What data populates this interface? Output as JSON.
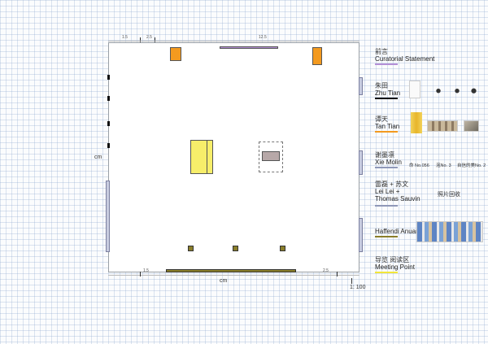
{
  "floorplan": {
    "axis_unit_left": "cm",
    "axis_unit_bottom": "cm",
    "scale": "1: 100",
    "dim_top": [
      "1.5",
      "2.5",
      "12.5"
    ],
    "dim_bottom": [
      "1.5",
      "2.5"
    ]
  },
  "legend": [
    {
      "cn": "前言",
      "en": "Curatorial Statement",
      "color": "#b48fd6"
    },
    {
      "cn": "朱田",
      "en": "Zhu Tian",
      "color": "#111111"
    },
    {
      "cn": "谭天",
      "en": "Tan Tian",
      "color": "#f39a1f"
    },
    {
      "cn": "谢墨凛",
      "en": "Xie Molin",
      "color": "#8f98b8"
    },
    {
      "cn": "雷磊 + 苏文",
      "en": "Lei Lei + Thomas Sauvin",
      "color": "#8f98b8"
    },
    {
      "cn": "",
      "en": "Haffendi Anuar",
      "color": "#8a7e2a"
    },
    {
      "cn": "导览 阅读区",
      "en": "Meeting Point",
      "color": "#f2e63a"
    }
  ],
  "xie_works": [
    "命 No.056",
    "泡No. 3",
    "自信的美No. 2"
  ],
  "leilei_work": "照片回收"
}
